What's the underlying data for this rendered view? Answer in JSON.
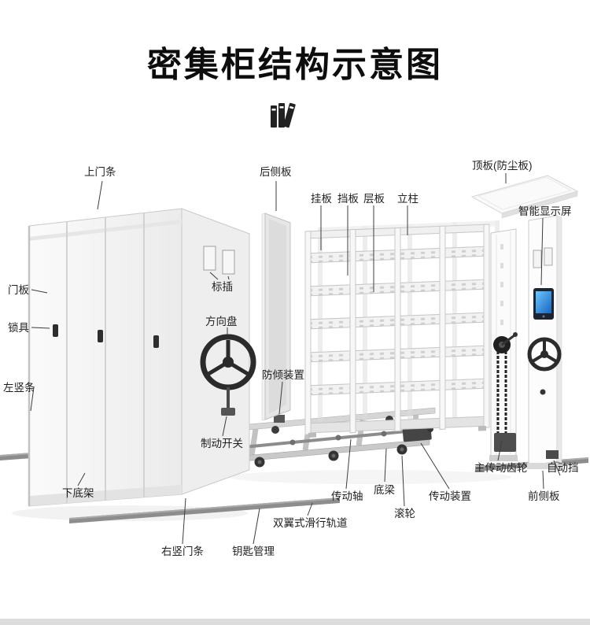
{
  "page": {
    "title": "密集柜结构示意图"
  },
  "labels": {
    "top_door_strip": "上门条",
    "rear_side_panel": "后侧板",
    "hanging_plate": "挂板",
    "baffle_plate": "挡板",
    "shelf_board": "层板",
    "upright_column": "立柱",
    "top_dust_panel": "顶板(防尘板)",
    "smart_display": "智能显示屏",
    "door_panel": "门板",
    "lock": "锁具",
    "left_vertical_strip": "左竖条",
    "label_insert": "标插",
    "hand_wheel": "方向盘",
    "anti_tilt_device": "防倾装置",
    "brake_switch": "制动开关",
    "bottom_frame": "下底架",
    "right_vertical_door_strip": "右竖门条",
    "key_management": "钥匙管理",
    "double_wing_track": "双翼式滑行轨道",
    "drive_shaft": "传动轴",
    "bottom_beam": "底梁",
    "roller": "滚轮",
    "drive_unit": "传动装置",
    "main_drive_gear": "主传动齿轮",
    "auto_stop": "自动挡",
    "front_side_panel": "前侧板"
  },
  "colors": {
    "accent_screen": "#1565c0",
    "metal_dark": "#2b2b2b",
    "rail_gray": "#8d8d8d"
  }
}
